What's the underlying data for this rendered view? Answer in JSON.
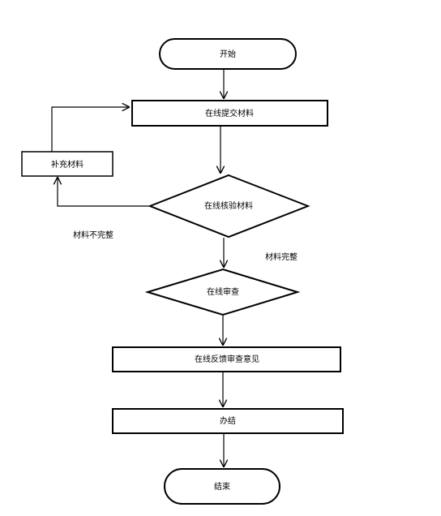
{
  "nodes": {
    "start": "开始",
    "submit": "在线提交材料",
    "supplement": "补充材料",
    "verify": "在线核验材料",
    "review": "在线审查",
    "feedback": "在线反馈审查意见",
    "handle": "办结",
    "end": "结束"
  },
  "edges": {
    "incomplete": "材料不完整",
    "complete": "材料完整"
  }
}
